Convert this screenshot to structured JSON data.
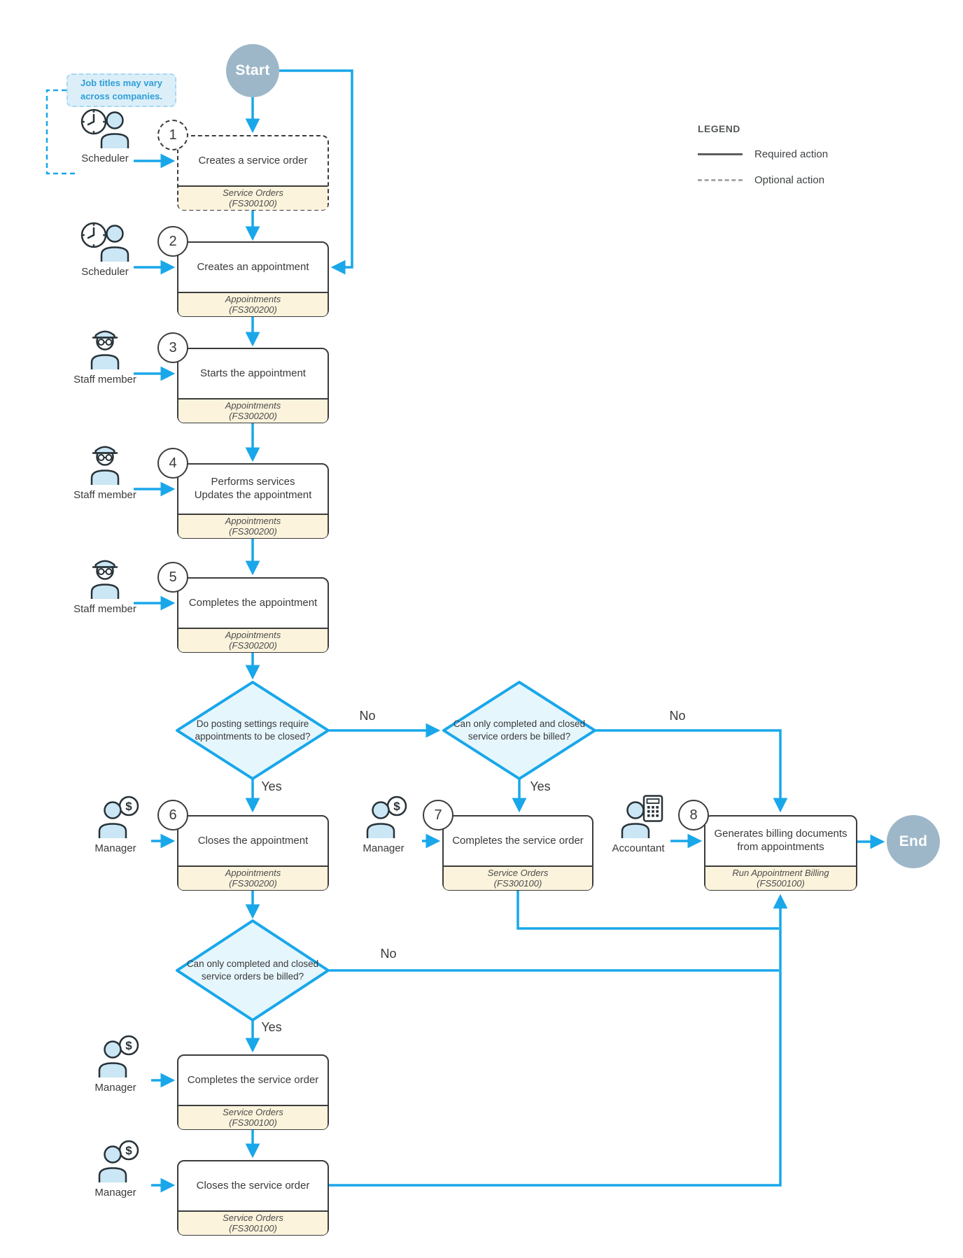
{
  "terminals": {
    "start": "Start",
    "end": "End"
  },
  "note": {
    "line1": "Job titles may vary",
    "line2": "across companies."
  },
  "legend": {
    "title": "LEGEND",
    "required": "Required action",
    "optional": "Optional action"
  },
  "steps": [
    {
      "number": "1",
      "actor": "Scheduler",
      "label": "Creates a service order",
      "screen": "Service Orders",
      "screen_id": "(FS300100)",
      "optional": true
    },
    {
      "number": "2",
      "actor": "Scheduler",
      "label": "Creates an appointment",
      "screen": "Appointments",
      "screen_id": "(FS300200)"
    },
    {
      "number": "3",
      "actor": "Staff member",
      "label": "Starts the appointment",
      "screen": "Appointments",
      "screen_id": "(FS300200)"
    },
    {
      "number": "4",
      "actor": "Staff member",
      "label": "Performs services",
      "label2": "Updates the appointment",
      "screen": "Appointments",
      "screen_id": "(FS300200)"
    },
    {
      "number": "5",
      "actor": "Staff member",
      "label": "Completes the appointment",
      "screen": "Appointments",
      "screen_id": "(FS300200)"
    },
    {
      "number": "6",
      "actor": "Manager",
      "label": "Closes the appointment",
      "screen": "Appointments",
      "screen_id": "(FS300200)"
    },
    {
      "number": "7",
      "actor": "Manager",
      "label": "Completes the service order",
      "screen": "Service Orders",
      "screen_id": "(FS300100)"
    },
    {
      "number": "8",
      "actor": "Accountant",
      "label": "Generates billing documents from appointments",
      "screen": "Run Appointment Billing",
      "screen_id": "(FS500100)"
    }
  ],
  "final_steps": [
    {
      "actor": "Manager",
      "label": "Completes the service order",
      "screen": "Service Orders",
      "screen_id": "(FS300100)"
    },
    {
      "actor": "Manager",
      "label": "Closes the service order",
      "screen": "Service Orders",
      "screen_id": "(FS300100)"
    }
  ],
  "decisions": [
    {
      "question": "Do posting settings require appointments to be closed?",
      "yes_label": "Yes",
      "no_label": "No"
    },
    {
      "question": "Can only completed and closed service orders be billed?",
      "yes_label": "Yes",
      "no_label": "No"
    },
    {
      "question": "Can only completed and closed service orders be billed?",
      "yes_label": "Yes",
      "no_label": "No"
    }
  ],
  "colors": {
    "flow_blue": "#19A7EA",
    "box_border": "#3C3C3C",
    "text": "#3A3A3A",
    "footer_bg": "#FBF3DC",
    "footer_text": "#4C4C4C",
    "diamond_fill": "#E6F6FD",
    "terminal_bg": "#9DB7C8",
    "note_bg": "#DCEFF9",
    "note_border": "#A6D8F0",
    "note_text": "#2F9FD8",
    "legend_required": "#5E5E5E",
    "legend_optional": "#A8A8A8",
    "legend_text": "#3F4245"
  }
}
